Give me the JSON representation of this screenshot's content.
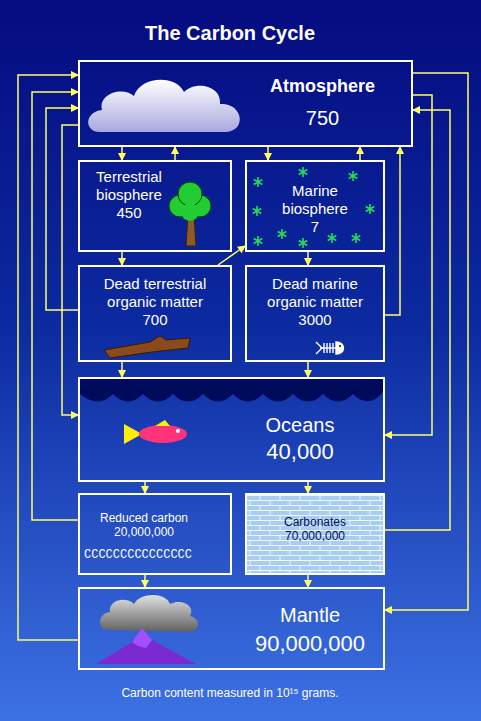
{
  "diagram": {
    "title": "The Carbon Cycle",
    "caption": "Carbon content measured in 10¹⁵ grams.",
    "nodes": [
      {
        "text": [
          "Atmosphere",
          "750"
        ]
      },
      {
        "text": [
          "Terrestrial biosphere",
          "450"
        ]
      },
      {
        "text": [
          "Marine biosphere",
          "7"
        ]
      },
      {
        "text": [
          "Dead terrestrial organic matter",
          "700"
        ]
      },
      {
        "text": [
          "Dead marine organic matter",
          "3000"
        ]
      },
      {
        "text": [
          "Oceans",
          "40,000"
        ]
      },
      {
        "text": [
          "Reduced carbon",
          "20,000,000"
        ]
      },
      {
        "text": [
          "Carbonates",
          "70,000,000"
        ]
      },
      {
        "text": [
          "Mantle",
          "90,000,000"
        ]
      }
    ],
    "edges": [
      {
        "from": 0,
        "to": 1,
        "arrow": "to"
      },
      {
        "from": 1,
        "to": 0,
        "arrow": "to"
      },
      {
        "from": 0,
        "to": 2,
        "arrow": "to"
      },
      {
        "from": 2,
        "to": 0,
        "arrow": "to"
      },
      {
        "from": 1,
        "to": 3,
        "arrow": "to"
      },
      {
        "from": 3,
        "to": 2,
        "arrow": "to"
      },
      {
        "from": 2,
        "to": 4,
        "arrow": "to"
      },
      {
        "from": 3,
        "to": 5,
        "arrow": "to"
      },
      {
        "from": 4,
        "to": 5,
        "arrow": "to"
      },
      {
        "from": 5,
        "to": 6,
        "arrow": "to"
      },
      {
        "from": 5,
        "to": 7,
        "arrow": "to"
      },
      {
        "from": 6,
        "to": 8,
        "arrow": "to"
      },
      {
        "from": 7,
        "to": 8,
        "arrow": "to"
      },
      {
        "from": 8,
        "to": 0,
        "arrow": "to"
      },
      {
        "from": 6,
        "to": 0,
        "arrow": "to"
      },
      {
        "from": 3,
        "to": 0,
        "arrow": "to"
      },
      {
        "from": 0,
        "to": 5,
        "arrow": "to"
      },
      {
        "from": 4,
        "to": 0,
        "arrow": "to"
      },
      {
        "from": 0,
        "to": 5,
        "arrow": "to"
      },
      {
        "from": 7,
        "to": 0,
        "arrow": "to"
      },
      {
        "from": 0,
        "to": 8,
        "arrow": "to"
      }
    ],
    "labels": [
      "CCCCCCCCCCCCCCC"
    ]
  }
}
